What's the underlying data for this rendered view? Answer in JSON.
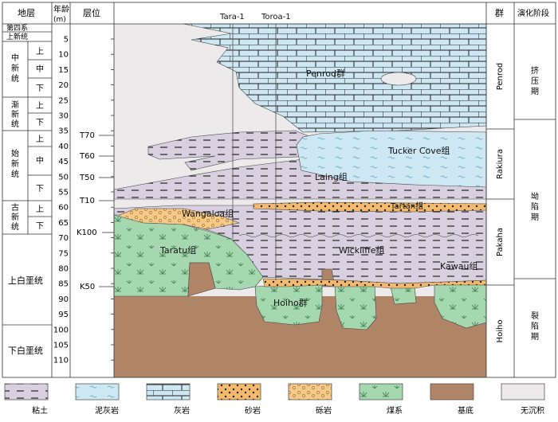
{
  "header": {
    "stratum": "地层",
    "age_line1": "年龄",
    "age_line2": "(m)",
    "horizon": "层位",
    "group": "群",
    "evolution": "演化阶段"
  },
  "wells": [
    "Tara-1",
    "Toroa-1"
  ],
  "strat_cells": {
    "quaternary": "第四系",
    "pliocene": "上新统",
    "miocene": [
      "中",
      "新",
      "统"
    ],
    "oligocene": [
      "渐",
      "新",
      "统"
    ],
    "eocene": [
      "始",
      "新",
      "统"
    ],
    "paleocene": [
      "古",
      "新",
      "统"
    ],
    "upper_cretaceous": "上白垩统",
    "lower_cretaceous": "下白垩统",
    "upper": "上",
    "middle": "中",
    "lower": "下"
  },
  "age_ticks": [
    "5",
    "10",
    "15",
    "20",
    "25",
    "30",
    "35",
    "40",
    "45",
    "50",
    "55",
    "60",
    "65",
    "70",
    "75",
    "80",
    "85",
    "90",
    "95",
    "100",
    "105",
    "110"
  ],
  "horizons": [
    "T70",
    "T60",
    "T50",
    "T10",
    "K100",
    "K50"
  ],
  "groups": [
    "Penrod",
    "Rakiura",
    "Pakaha",
    "Hoiho"
  ],
  "stages": [
    "挤压期",
    "坳陷期",
    "裂陷期"
  ],
  "units": {
    "penrod": "Penrod群",
    "tucker_cove": "Tucker Cove组",
    "laing": "Laing组",
    "tartan": "Tartan组",
    "wangaloa": "Wangaloa组",
    "taratu": "Taratu组",
    "wickliffe": "Wickliffe组",
    "kawau": "Kawau组",
    "hoiho": "Hoiho群"
  },
  "legend": [
    {
      "label": "粘土",
      "color": "#d8cfe0"
    },
    {
      "label": "泥灰岩",
      "color": "#cde7f3"
    },
    {
      "label": "灰岩",
      "color": "#cde7f3"
    },
    {
      "label": "砂岩",
      "color": "#f3ba6e"
    },
    {
      "label": "砾岩",
      "color": "#f3ca8a"
    },
    {
      "label": "煤系",
      "color": "#a6d8b0"
    },
    {
      "label": "基底",
      "color": "#b08466"
    },
    {
      "label": "无沉积",
      "color": "#eceaea"
    }
  ]
}
